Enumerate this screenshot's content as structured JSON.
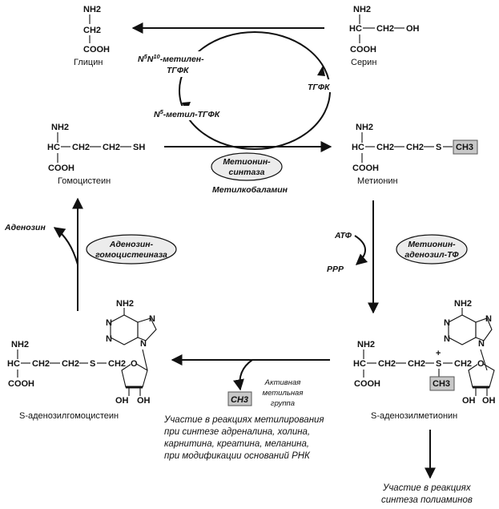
{
  "compounds": {
    "glycine": {
      "nh2": "NH2",
      "ch2": "CH2",
      "cooh": "COOH",
      "name": "Глицин"
    },
    "serine": {
      "nh2": "NH2",
      "hc": "HC",
      "ch2": "CH2",
      "oh": "OH",
      "cooh": "COOH",
      "name": "Серин"
    },
    "homocysteine": {
      "nh2": "NH2",
      "hc": "HC",
      "ch2a": "CH2",
      "ch2b": "CH2",
      "sh": "SH",
      "cooh": "COOH",
      "name": "Гомоцистеин"
    },
    "methionine": {
      "nh2": "NH2",
      "hc": "HC",
      "ch2a": "CH2",
      "ch2b": "CH2",
      "s": "S",
      "ch3": "CH3",
      "cooh": "COOH",
      "name": "Метионин"
    },
    "sah": {
      "nh2": "NH2",
      "hc": "HC",
      "ch2a": "CH2",
      "ch2b": "CH2",
      "s": "S",
      "ch2c": "CH2",
      "cooh": "COOH",
      "name": "S-аденозилгомоцистеин",
      "oh": "OH",
      "oh2": "OH"
    },
    "sam": {
      "nh2": "NH2",
      "hc": "HC",
      "ch2a": "CH2",
      "ch2b": "CH2",
      "s": "S",
      "ch2c": "CH2",
      "ch3": "CH3",
      "plus": "+",
      "cooh": "COOH",
      "name": "S-аденозилметионин",
      "oh": "OH",
      "oh2": "OH"
    },
    "adenine": {
      "nh2": "NH2",
      "n": "N",
      "o": "O"
    }
  },
  "cofactors": {
    "n5n10_line1_a": "N",
    "n5n10_sup1": "5",
    "n5n10_mid": "N",
    "n5n10_sup2": "10",
    "n5n10_tail": "-метилен-",
    "n5n10_line2": "ТГФК",
    "thfa": "ТГФК",
    "n5_a": "N",
    "n5_sup": "5",
    "n5_tail": "-метил-ТГФК"
  },
  "enzymes": {
    "methionine_synthase_1": "Метионин-",
    "methionine_synthase_2": "синтаза",
    "methylcobalamin": "Метилкобаламин",
    "adenosyl_1": "Метионин-",
    "adenosyl_2": "аденозил-ТФ",
    "hydrolase_1": "Аденозин-",
    "hydrolase_2": "гомоцистеиназа"
  },
  "labels": {
    "atp": "АТФ",
    "ppp": "PPP",
    "adenosine": "Аденозин",
    "ch3_box": "CH3",
    "active_1": "Активная",
    "active_2": "метильная",
    "active_3": "группа"
  },
  "notes": {
    "methylation_1": "Участие в реакциях метилирования",
    "methylation_2": "при синтезе адреналина, холина,",
    "methylation_3": "карнитина, креатина, меланина,",
    "methylation_4": "при модификации оснований РНК",
    "polyamines_1": "Участие в реакциях",
    "polyamines_2": "синтеза полиаминов"
  }
}
